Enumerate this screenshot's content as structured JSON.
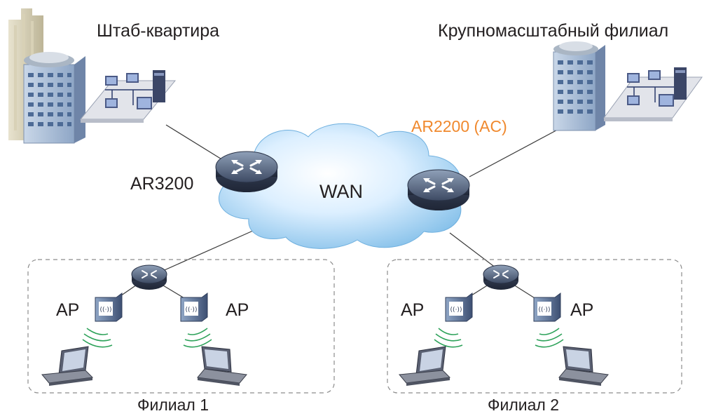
{
  "labels": {
    "headquarters": "Штаб-квартира",
    "large_branch": "Крупномасштабный филиал",
    "ac_router": "AR2200 (AC)",
    "hq_router": "AR3200",
    "wan": "WAN",
    "ap": "AP",
    "branch1": "Филиал 1",
    "branch2": "Филиал 2"
  },
  "colors": {
    "accent_label": "#f0892e",
    "text": "#231f20",
    "cloud": "#bfe0f7",
    "wireless": "#2ea25a"
  }
}
